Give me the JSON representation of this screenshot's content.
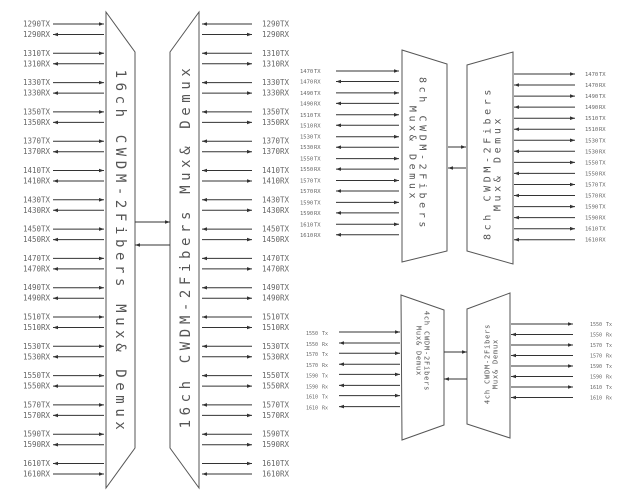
{
  "diagrams": [
    {
      "id": "16ch",
      "left_title": [
        "16ch CWDM-2Fibers Mux& Demux"
      ],
      "right_title": [
        "16ch CWDM-2Fibers Mux& Demux"
      ],
      "channels": [
        "1290",
        "1310",
        "1330",
        "1350",
        "1370",
        "1410",
        "1430",
        "1450",
        "1470",
        "1490",
        "1510",
        "1530",
        "1550",
        "1570",
        "1590",
        "1610"
      ],
      "tx_label": "TX",
      "rx_label": "RX"
    },
    {
      "id": "8ch",
      "left_title": [
        "8ch CWDM-2Fibers",
        "Mux& Demux"
      ],
      "right_title": [
        "8ch CWDM-2Fibers",
        "Mux& Demux"
      ],
      "channels": [
        "1470",
        "1490",
        "1510",
        "1530",
        "1550",
        "1570",
        "1590",
        "1610"
      ],
      "tx_label": "TX",
      "rx_label": "RX"
    },
    {
      "id": "4ch",
      "left_title": [
        "4ch CWDM-2Fibers",
        "Mux& Demux"
      ],
      "right_title": [
        "4ch CWDM-2Fibers",
        "Mux& Demux"
      ],
      "channels": [
        "1550",
        "1570",
        "1590",
        "1610"
      ],
      "tx_label": "Tx",
      "rx_label": "Rx"
    }
  ],
  "colors": {
    "line": "#333333",
    "box": "#555555",
    "text": "#666666"
  }
}
